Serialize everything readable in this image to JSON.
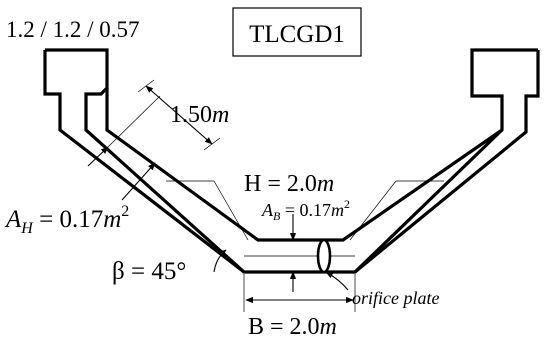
{
  "top_left_ratio": "1.2 / 1.2 / 0.57",
  "title_box": "TLCGD1",
  "labels": {
    "length": "1.50",
    "length_unit": "m",
    "height_prefix": "H = 2.0",
    "height_unit": "m",
    "ab_prefix": "A",
    "ab_sub": "B",
    "ab_value": " = 0.17",
    "ab_unit": "m",
    "ab_exp": "2",
    "ah_prefix": "A",
    "ah_sub": "H",
    "ah_value": " = 0.17",
    "ah_unit": "m",
    "ah_exp": "2",
    "beta": "β = 45°",
    "orifice": "orifice plate",
    "width_prefix": "B = 2.0",
    "width_unit": "m"
  }
}
